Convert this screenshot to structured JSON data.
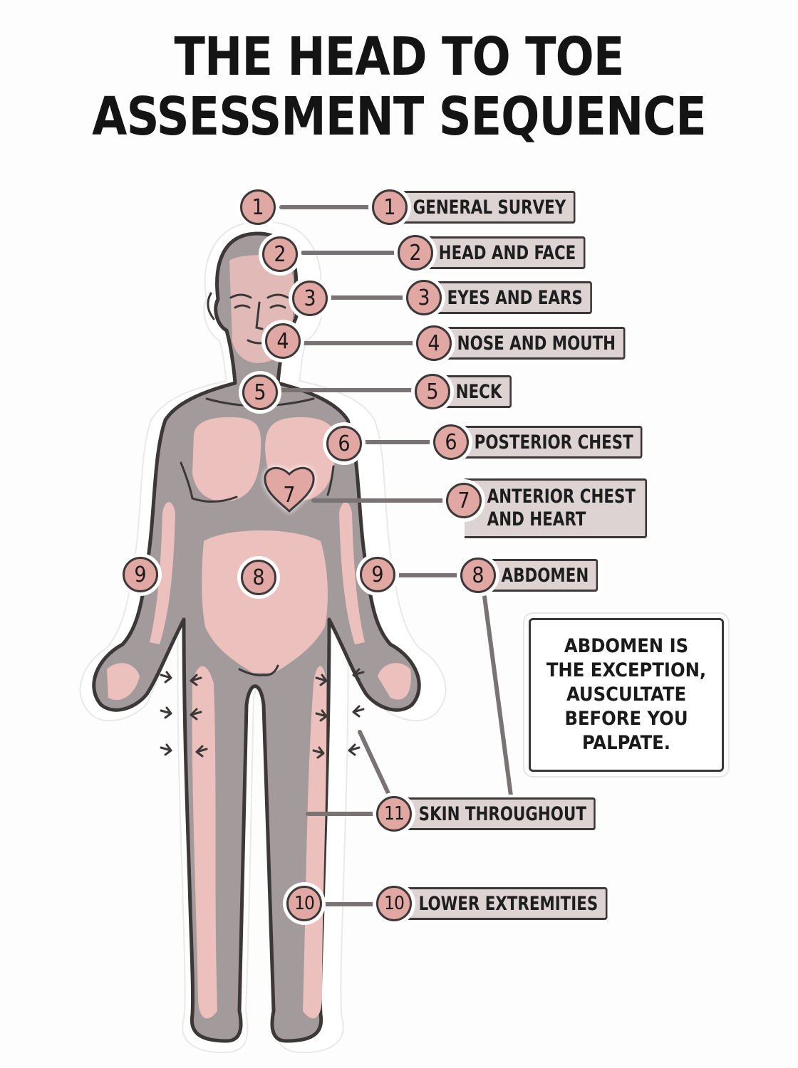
{
  "title": {
    "line1": "THE HEAD TO TOE",
    "line2": "ASSESSMENT SEQUENCE"
  },
  "body_markers": [
    {
      "id": "m1",
      "number": "1"
    },
    {
      "id": "m2",
      "number": "2"
    },
    {
      "id": "m3",
      "number": "3"
    },
    {
      "id": "m4",
      "number": "4"
    },
    {
      "id": "m5",
      "number": "5"
    },
    {
      "id": "m6",
      "number": "6"
    },
    {
      "id": "m7",
      "number": "7"
    },
    {
      "id": "m8",
      "number": "8"
    },
    {
      "id": "m9a",
      "number": "9"
    },
    {
      "id": "m9b",
      "number": "9"
    },
    {
      "id": "m10",
      "number": "10"
    }
  ],
  "steps": [
    {
      "number": "1",
      "label": "GENERAL SURVEY"
    },
    {
      "number": "2",
      "label": "HEAD AND FACE"
    },
    {
      "number": "3",
      "label": "EYES AND EARS"
    },
    {
      "number": "4",
      "label": "NOSE AND MOUTH"
    },
    {
      "number": "5",
      "label": "NECK"
    },
    {
      "number": "6",
      "label": "POSTERIOR CHEST"
    },
    {
      "number": "7",
      "label": "ANTERIOR CHEST AND HEART"
    },
    {
      "number": "8",
      "label": "ABDOMEN"
    },
    {
      "number": "11",
      "label": "SKIN THROUGHOUT"
    },
    {
      "number": "10",
      "label": "LOWER EXTREMITIES"
    }
  ],
  "note": {
    "text": "ABDOMEN IS THE EXCEPTION, AUSCULTATE BEFORE YOU PALPATE."
  },
  "colors": {
    "body_gray": "#a39a9b",
    "body_pink": "#ecc0bc",
    "outline": "#3d3838",
    "badge_fill": "#e0a7a3",
    "label_fill": "#ddd3d3"
  }
}
